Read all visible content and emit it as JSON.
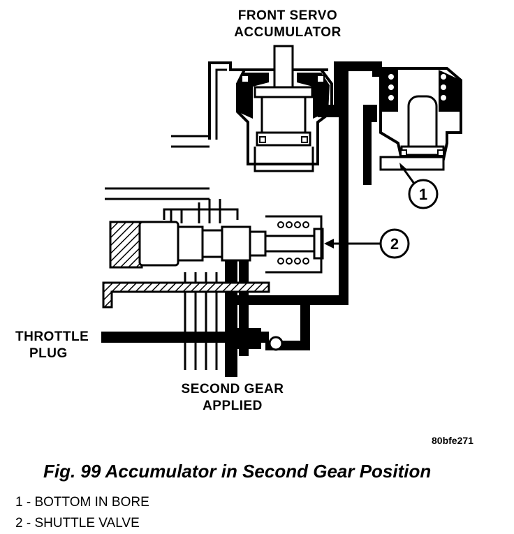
{
  "labels": {
    "front_servo_line1": "FRONT SERVO",
    "front_servo_line2": "ACCUMULATOR",
    "throttle_line1": "THROTTLE",
    "throttle_line2": "PLUG",
    "second_gear_line1": "SECOND GEAR",
    "second_gear_line2": "APPLIED",
    "ref_code": "80bfe271"
  },
  "callouts": [
    {
      "number": "1"
    },
    {
      "number": "2"
    }
  ],
  "caption": "Fig. 99 Accumulator in Second Gear Position",
  "legend": [
    {
      "text": "1 - BOTTOM IN BORE"
    },
    {
      "text": "2 - SHUTTLE VALVE"
    }
  ]
}
